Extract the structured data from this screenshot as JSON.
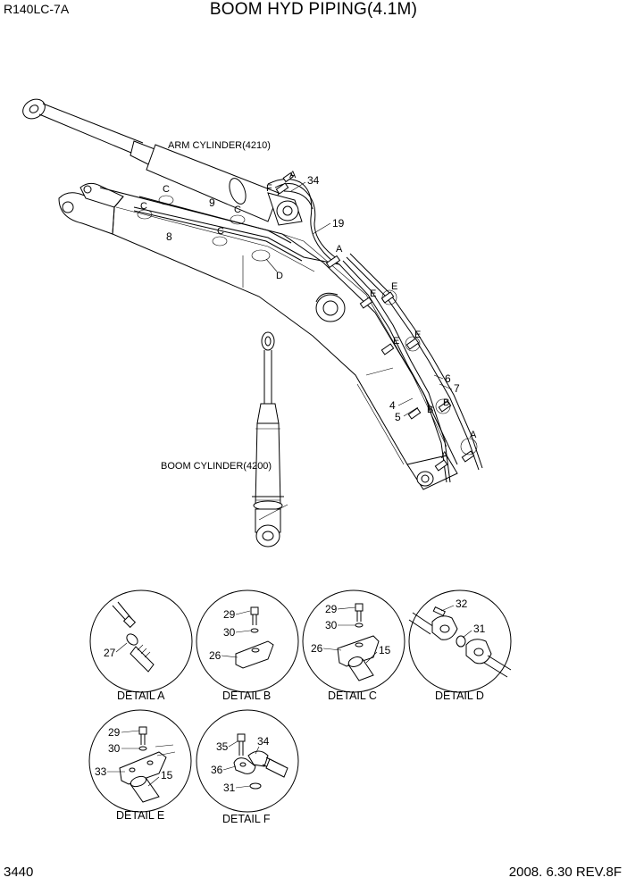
{
  "header": {
    "model": "R140LC-7A",
    "title": "BOOM HYD PIPING(4.1M)"
  },
  "footer": {
    "page": "3440",
    "revision": "2008. 6.30  REV.8F"
  },
  "main_view": {
    "arm_cylinder_label": "ARM CYLINDER(4210)",
    "boom_cylinder_label": "BOOM CYLINDER(4200)",
    "callouts": {
      "n34": "34",
      "n19": "19",
      "n9": "9",
      "n8": "8",
      "n6": "6",
      "n7": "7",
      "n4": "4",
      "n5": "5"
    },
    "detail_letters": {
      "a": "A",
      "b": "B",
      "c": "C",
      "d": "D",
      "e": "E",
      "f": "F"
    }
  },
  "details": [
    {
      "caption": "DETAIL A",
      "parts": [
        "27"
      ]
    },
    {
      "caption": "DETAIL B",
      "parts": [
        "29",
        "30",
        "26"
      ]
    },
    {
      "caption": "DETAIL C",
      "parts": [
        "29",
        "30",
        "26",
        "15"
      ]
    },
    {
      "caption": "DETAIL D",
      "parts": [
        "32",
        "31"
      ]
    },
    {
      "caption": "DETAIL E",
      "parts": [
        "29",
        "30",
        "33",
        "15"
      ]
    },
    {
      "caption": "DETAIL F",
      "parts": [
        "35",
        "34",
        "36",
        "31"
      ]
    }
  ]
}
